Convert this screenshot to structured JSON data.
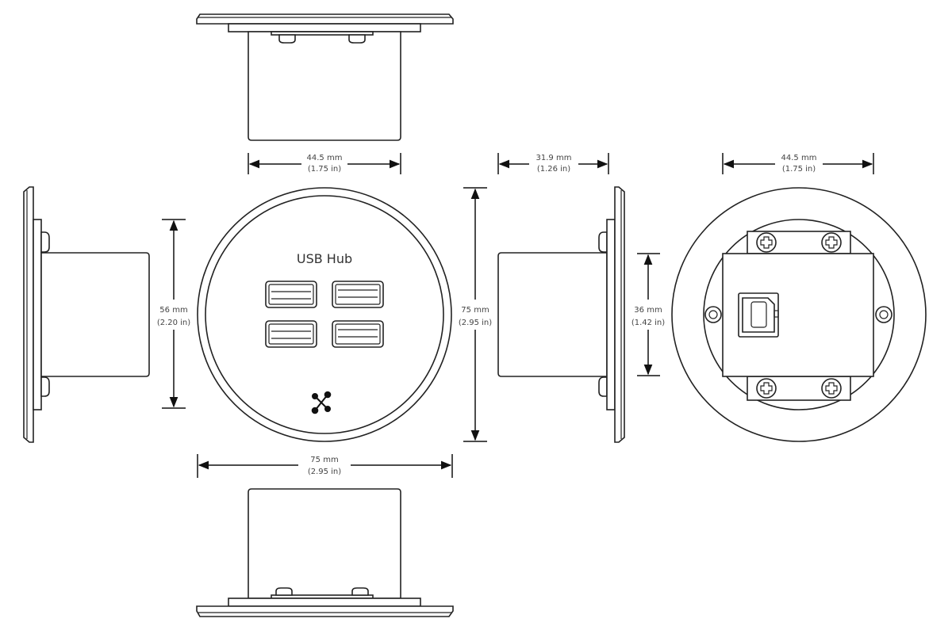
{
  "front": {
    "label": "USB Hub",
    "port_count": 4
  },
  "dimensions": {
    "top_width": {
      "mm": "44.5 mm",
      "in": "(1.75 in)"
    },
    "side_height": {
      "mm": "56 mm",
      "in": "(2.20 in)"
    },
    "front_height": {
      "mm": "75 mm",
      "in": "(2.95 in)"
    },
    "front_width": {
      "mm": "75 mm",
      "in": "(2.95 in)"
    },
    "depth": {
      "mm": "31.9 mm",
      "in": "(1.26 in)"
    },
    "back_module_height": {
      "mm": "36 mm",
      "in": "(1.42 in)"
    },
    "back_width": {
      "mm": "44.5 mm",
      "in": "(1.75 in)"
    }
  },
  "colors": {
    "line": "#222222",
    "dim_text": "#444444"
  }
}
